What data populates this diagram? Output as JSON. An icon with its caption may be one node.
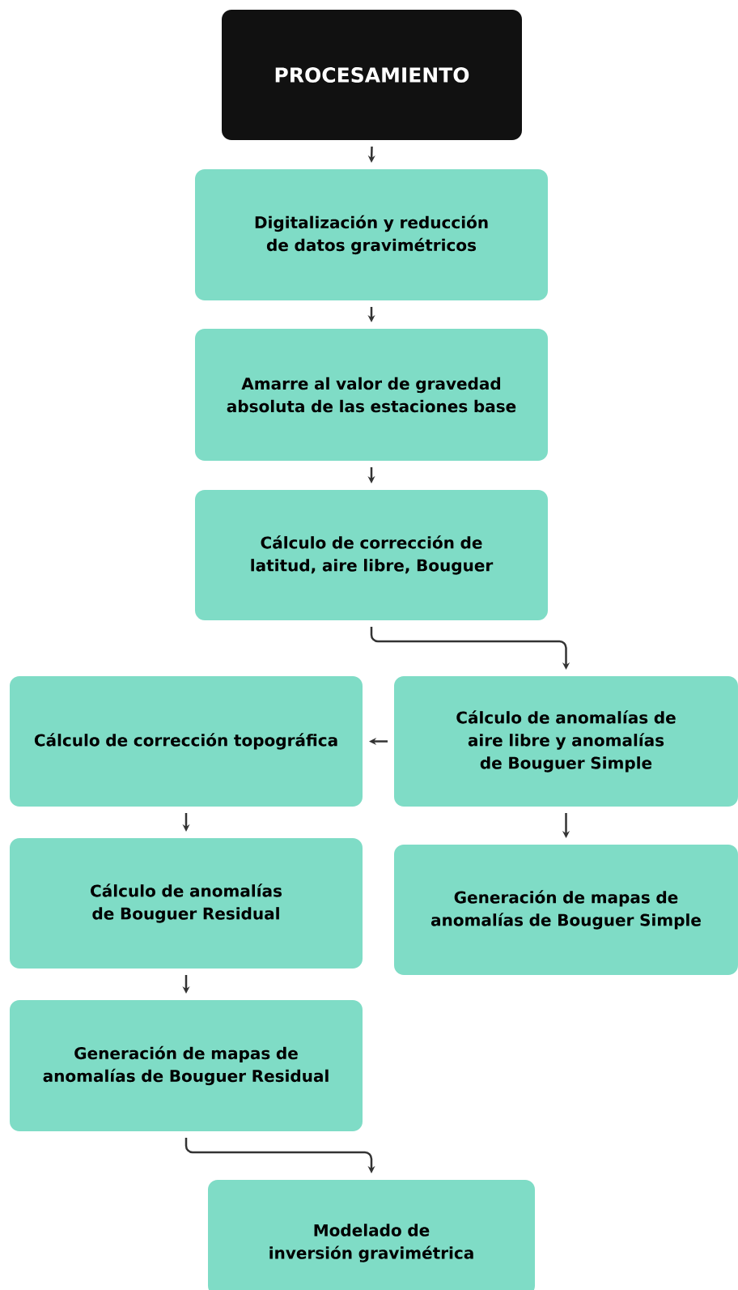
{
  "diagram": {
    "nodes": [
      {
        "text": [
          "PROCESAMIENTO"
        ]
      },
      {
        "text": [
          "Digitalización y reducción de datos gravimétricos"
        ]
      },
      {
        "text": [
          "Amarre al valor de gravedad absoluta de las estaciones base"
        ]
      },
      {
        "text": [
          "Cálculo de corrección de latitud, aire libre, Bouguer"
        ]
      },
      {
        "text": [
          "Cálculo de anomalías de aire libre y anomalías de Bouguer Simple"
        ]
      },
      {
        "text": [
          "Cálculo de corrección topográfica"
        ]
      },
      {
        "text": [
          "Generación de mapas de anomalías de Bouguer Simple"
        ]
      },
      {
        "text": [
          "Cálculo de anomalías de Bouguer Residual"
        ]
      },
      {
        "text": [
          "Generación de mapas de anomalías de Bouguer Residual"
        ]
      },
      {
        "text": [
          "Modelado de inversión gravimétrica"
        ]
      }
    ],
    "edges": [
      {
        "from": 0,
        "to": 1,
        "arrow": "to"
      },
      {
        "from": 1,
        "to": 2,
        "arrow": "to"
      },
      {
        "from": 2,
        "to": 3,
        "arrow": "to"
      },
      {
        "from": 3,
        "to": 4,
        "arrow": "to"
      },
      {
        "from": 4,
        "to": 5,
        "arrow": "to"
      },
      {
        "from": 4,
        "to": 6,
        "arrow": "to"
      },
      {
        "from": 5,
        "to": 7,
        "arrow": "to"
      },
      {
        "from": 7,
        "to": 8,
        "arrow": "to"
      },
      {
        "from": 8,
        "to": 9,
        "arrow": "to"
      }
    ]
  }
}
